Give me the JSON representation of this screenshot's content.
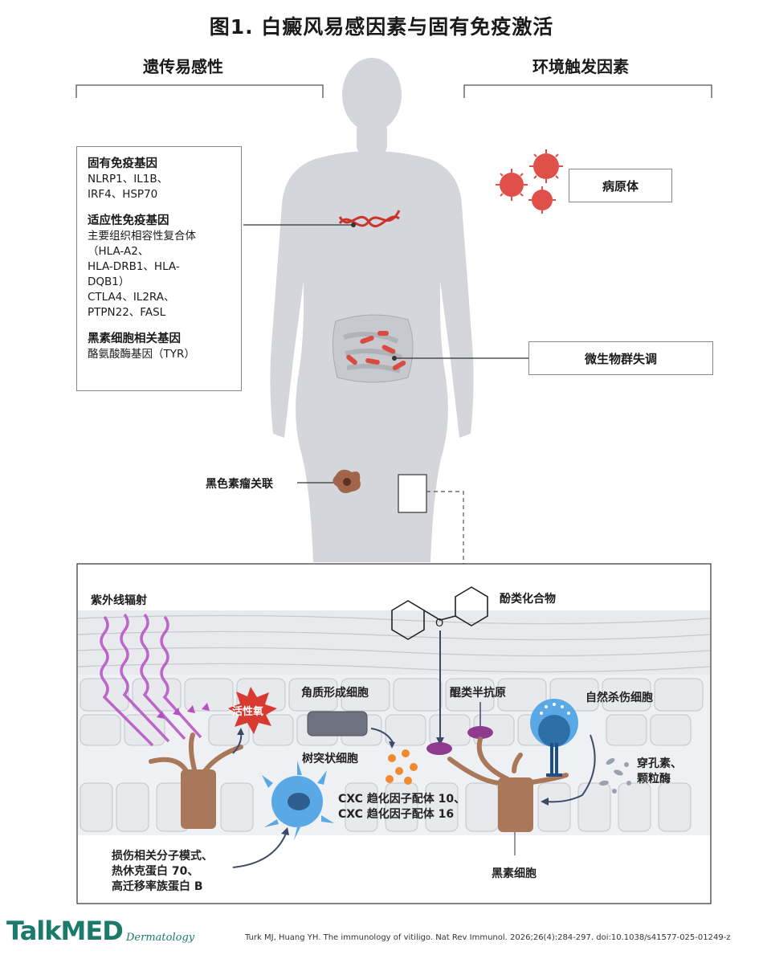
{
  "title": "图1. 白癜风易感因素与固有免疫激活",
  "columns": {
    "left": "遗传易感性",
    "right": "环境触发因素"
  },
  "genes": {
    "innate": {
      "heading": "固有免疫基因",
      "lines": [
        "NLRP1、IL1B、",
        "IRF4、HSP70"
      ]
    },
    "adaptive": {
      "heading": "适应性免疫基因",
      "lines": [
        "主要组织相容性复合体",
        "（HLA-A2、",
        "HLA-DRB1、HLA-",
        "DQB1）",
        "CTLA4、IL2RA、",
        "PTPN22、FASL"
      ]
    },
    "melanocyte": {
      "heading": "黑素细胞相关基因",
      "lines": [
        "酪氨酸酶基因（TYR）"
      ]
    }
  },
  "env": {
    "pathogen": "病原体",
    "dysbiosis": "微生物群失调"
  },
  "melanoma_label": "黑色素瘤关联",
  "panel": {
    "uv": "紫外线辐射",
    "phenol": "酚类化合物",
    "ros": "活性氧",
    "keratinocyte": "角质形成细胞",
    "dendritic": "树突状细胞",
    "hapten": "醌类半抗原",
    "nk": "自然杀伤细胞",
    "perforin": [
      "穿孔素、",
      "颗粒酶"
    ],
    "cxcl": [
      "CXC 趋化因子配体 10、",
      "CXC 趋化因子配体 16"
    ],
    "damps": [
      "损伤相关分子模式、",
      "热休克蛋白 70、",
      "高迁移率族蛋白 B"
    ],
    "melanocyte": "黑素细胞"
  },
  "footer": {
    "brand": "TalkMED",
    "sub": "Dermatology",
    "citation": "Turk MJ, Huang YH. The immunology of vitiligo. Nat Rev Immunol. 2026;26(4):284-297. doi:10.1038/s41577-025-01249-z"
  },
  "colors": {
    "pathogen": "#e0504a",
    "brand": "#1b7a6a",
    "melanocyte": "#a9785a",
    "dendritic": "#5aa9e6",
    "hapten": "#8e3a8e",
    "uv": "#b54fc4"
  }
}
